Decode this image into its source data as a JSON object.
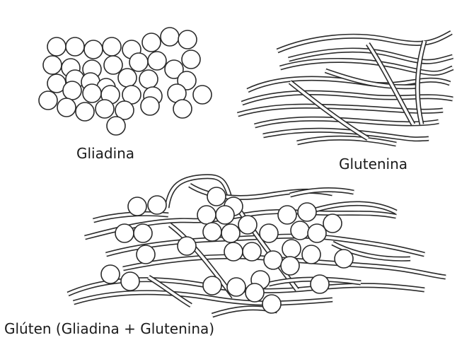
{
  "labels": {
    "gliadina": "Gliadina",
    "glutenina": "Glutenina",
    "gluten": "Glúten (Gliadina + Glutenina)"
  },
  "colors": {
    "stroke": "#2b2b2b",
    "fill": "#ffffff",
    "text": "#1a1a1a"
  },
  "icons": {
    "gliadin_particle": "circle-outline",
    "glutenin_strand": "double-line-strand"
  }
}
